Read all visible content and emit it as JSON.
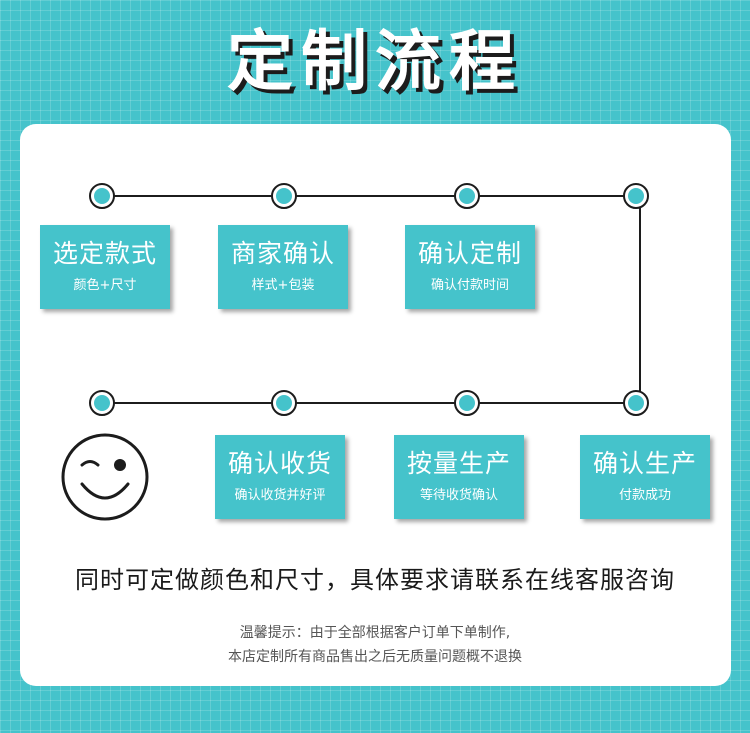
{
  "title": "定制流程",
  "steps": [
    {
      "main": "选定款式",
      "sub": "颜色+尺寸"
    },
    {
      "main": "商家确认",
      "sub": "样式+包装"
    },
    {
      "main": "确认定制",
      "sub": "确认付款时间"
    },
    {
      "main": "确认收货",
      "sub": "确认收货并好评"
    },
    {
      "main": "按量生产",
      "sub": "等待收货确认"
    },
    {
      "main": "确认生产",
      "sub": "付款成功"
    }
  ],
  "note": "同时可定做颜色和尺寸，具体要求请联系在线客服咨询",
  "tip": {
    "line1": "温馨提示：由于全部根据客户订单下单制作,",
    "line2": "本店定制所有商品售出之后无质量问题概不退换"
  },
  "colors": {
    "teal": "#45c3cb",
    "dark": "#1c1c1c",
    "white": "#ffffff"
  },
  "icons": [
    "winking-smiley-icon"
  ]
}
